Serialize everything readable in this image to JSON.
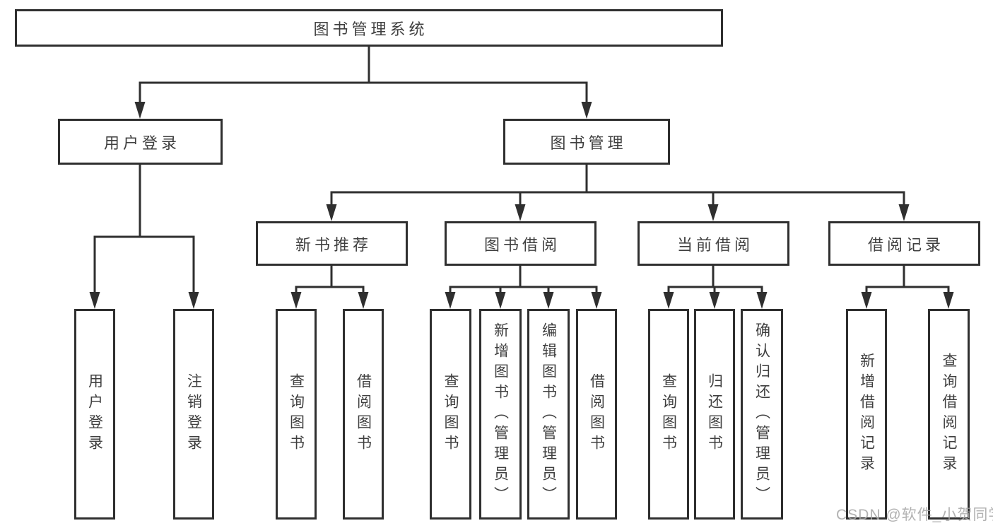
{
  "tree": {
    "root": {
      "label": "图书管理系统"
    },
    "branches": [
      {
        "label": "用户登录",
        "children": [
          {
            "label": "用户登录"
          },
          {
            "label": "注销登录"
          }
        ]
      },
      {
        "label": "图书管理",
        "children": [
          {
            "label": "新书推荐",
            "children": [
              {
                "label": "查询图书"
              },
              {
                "label": "借阅图书"
              }
            ]
          },
          {
            "label": "图书借阅",
            "children": [
              {
                "label": "查询图书"
              },
              {
                "label": "新增图书（管理员）"
              },
              {
                "label": "编辑图书（管理员）"
              },
              {
                "label": "借阅图书"
              }
            ]
          },
          {
            "label": "当前借阅",
            "children": [
              {
                "label": "查询图书"
              },
              {
                "label": "归还图书"
              },
              {
                "label": "确认归还（管理员）"
              }
            ]
          },
          {
            "label": "借阅记录",
            "children": [
              {
                "label": "新增借阅记录"
              },
              {
                "label": "查询借阅记录"
              }
            ]
          }
        ]
      }
    ]
  },
  "watermark": {
    "text": "CSDN @软件_小贺同学"
  },
  "colors": {
    "line": "#2f2f2f",
    "text": "#3f3f3f",
    "watermark": "#a5a5a5",
    "background": "#ffffff"
  }
}
